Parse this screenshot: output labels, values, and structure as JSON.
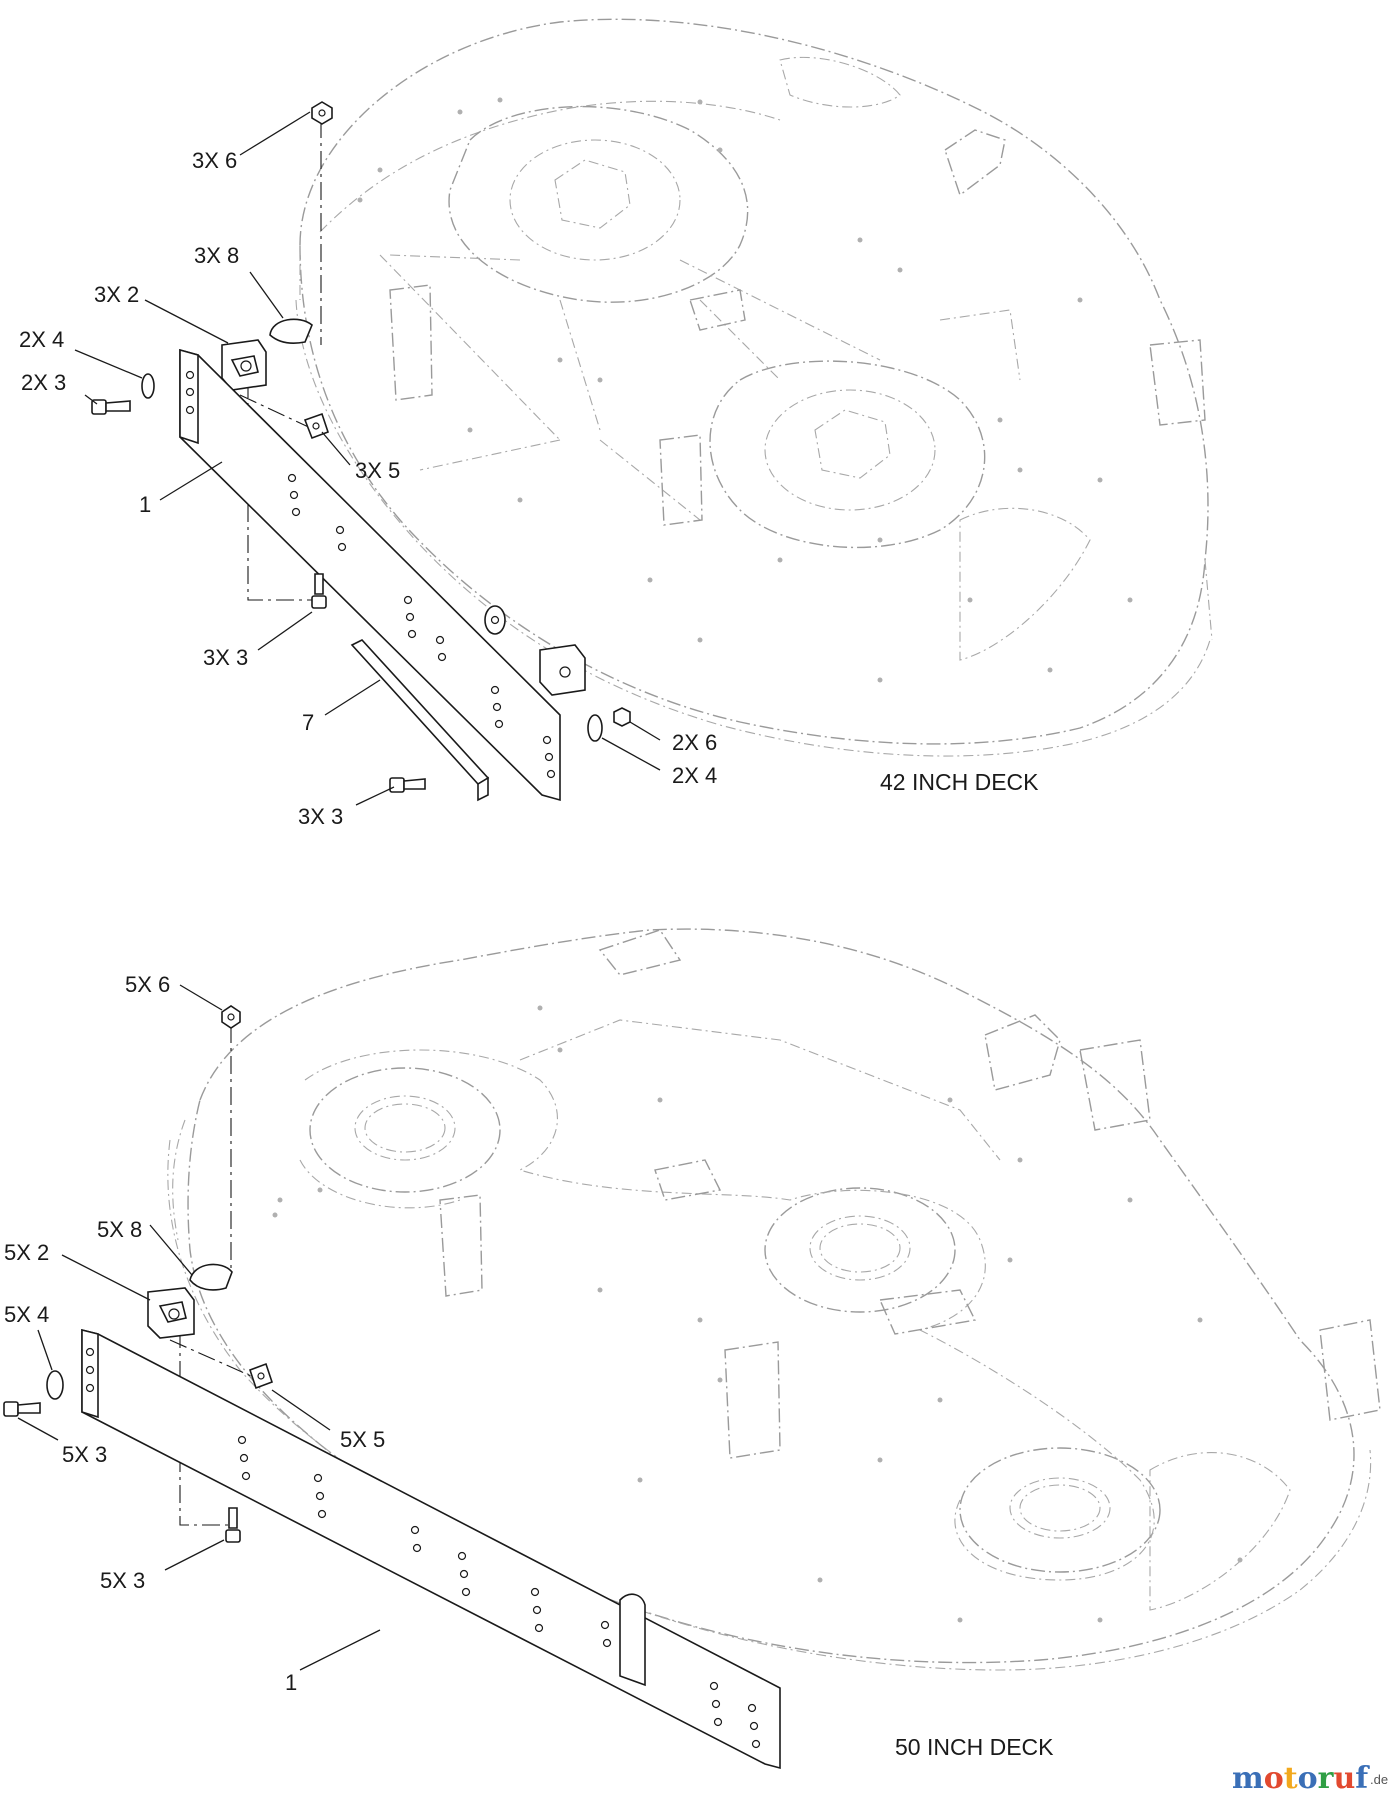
{
  "diagrams": {
    "deck_42": {
      "caption": "42 INCH DECK",
      "callouts": {
        "c_3x6": "3X 6",
        "c_3x8": "3X 8",
        "c_3x2": "3X 2",
        "c_2x4_left": "2X 4",
        "c_2x3": "2X 3",
        "c_3x5": "3X 5",
        "c_1": "1",
        "c_3x3_upper": "3X 3",
        "c_7": "7",
        "c_2x6": "2X 6",
        "c_2x4_right": "2X 4",
        "c_3x3_lower": "3X 3"
      }
    },
    "deck_50": {
      "caption": "50 INCH DECK",
      "callouts": {
        "c_5x6": "5X 6",
        "c_5x8": "5X 8",
        "c_5x2": "5X 2",
        "c_5x4": "5X 4",
        "c_5x3_left": "5X 3",
        "c_5x5": "5X 5",
        "c_5x3_mid": "5X 3",
        "c_1": "1"
      }
    }
  },
  "watermark": {
    "letters": [
      "m",
      "o",
      "t",
      "o",
      "r",
      "u",
      "f"
    ],
    "letter_colors": [
      "#3a6fb7",
      "#e2492f",
      "#f2a81d",
      "#3a6fb7",
      "#2f9e44",
      "#e2492f",
      "#3a6fb7"
    ],
    "suffix": ".de"
  }
}
